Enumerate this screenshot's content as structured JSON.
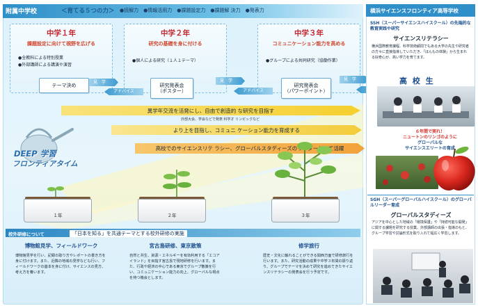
{
  "header": {
    "school_tag": "附属中学校",
    "powers_title": "＜育てる５つの力＞",
    "powers": "●読解力　●情報活用力　●課題設定力　●課題解 決力　●発表力"
  },
  "grades": [
    {
      "title": "中学１年",
      "theme": "課題設定に向けて視野を広げる",
      "bullets": [
        "●全教科による特別授業",
        "●外部講師による講演や演習"
      ],
      "box": "テーマ決め",
      "planter_label": "１年"
    },
    {
      "title": "中学２年",
      "theme": "研究の基礎を身に付ける",
      "bullets": [
        "●個人による研究（１人１テーマ）"
      ],
      "box_line1": "研究発表会",
      "box_line2": "（ポスター）",
      "planter_label": "２年"
    },
    {
      "title": "中学３年",
      "theme": "コミュニケーション能力を高める",
      "bullets": [
        "●グループによる共同研究（協働作業）"
      ],
      "box_line1": "研究発表会",
      "box_line2": "（パワーポイント）",
      "planter_label": "３年"
    }
  ],
  "arrows": {
    "observe": "見　学",
    "advice": "アドバイス"
  },
  "bands": {
    "band1": "異学年交流を活発にし、自由で創造的  な研究を目指す",
    "band1_sub": "外部大会、学会などで発表  科学オ  リンピックなど",
    "band2": "より上を目指し、コミュニ  ケーション能力を育成する",
    "band3": "高校でのサイエンスリテ  ラシー、グローバルスタディーズのリーダーとして活躍"
  },
  "deep": {
    "line1": "DEEP 学習",
    "line2": "フロンティアタイム"
  },
  "bottom": {
    "bar_tag": "校外研修について",
    "bar_theme": "「日本を知る」を共通テーマとする校外研修の実施",
    "cols": [
      {
        "head": "博物館見学、フィールドワーク",
        "text": "博物館見学を行い、記録の取り方やレポートの書き方を身に付けます。また、近隣の地域の見学なども行い、フィールドワークの基本を身に付け、サイエンスの見方、考え方を養います。"
      },
      {
        "head": "宮古島研修、東京散策",
        "text": "自然と共生、資源・エネルギーを有効利用する「エコアイランド」を目指す宮古島で現地研修を行います。また、行政や経済の中心である東京でグループ散策を行い、コミュニケーション能力の向上、グローバルな視点を持つ機会とします。"
      },
      {
        "head": "修学旅行",
        "text": "歴史・文化に触れることができる関西方面で研修旅行を行います。また、研究活動の成果や中学３年間の振り返り、グループでテーマを決めて研究を進めてきたサイエンスリテラシーの発表会を行う予定です。"
      }
    ]
  },
  "right": {
    "header": "横浜サイエンスフロンティア高等学校",
    "ssh_title": "SSH（スーパーサイエンスハイスクール）の先端的な教育実践や研究",
    "ssh_sub": "サイエンスリテラシー",
    "ssh_text": "横浜国際教育課程、科学技術顧問でもある大学の先生や研究者の方々に直接指導していただき、「ほんもの体験」から生まれる好奇心が、高い学力を育てます。",
    "student_label": "高 校 生",
    "apple_caption1": "６年間で実れ！",
    "apple_caption2": "ニュートンのリンゴのように",
    "apple_caption3": "グローバルな",
    "apple_caption4": "サイエンスエリートの育成",
    "sgh_title": "SGH（スーパーグローバルハイスクール）のグローバルリーダー育成",
    "sgh_sub": "グローバルスタディーズ",
    "sgh_text": "アジアを中心とした地域の「環境保護」や「持続可能な開発」に関する課題を研究する授業。外部講師の出張・指導のもと、グループ学習や討論形式を取り入れて幅広く学習します。"
  },
  "colors": {
    "accent_blue": "#2e8fc9",
    "grade_red": "#c2272d",
    "band_yellow": "#f6d23b",
    "band_orange": "#f3a53a"
  }
}
